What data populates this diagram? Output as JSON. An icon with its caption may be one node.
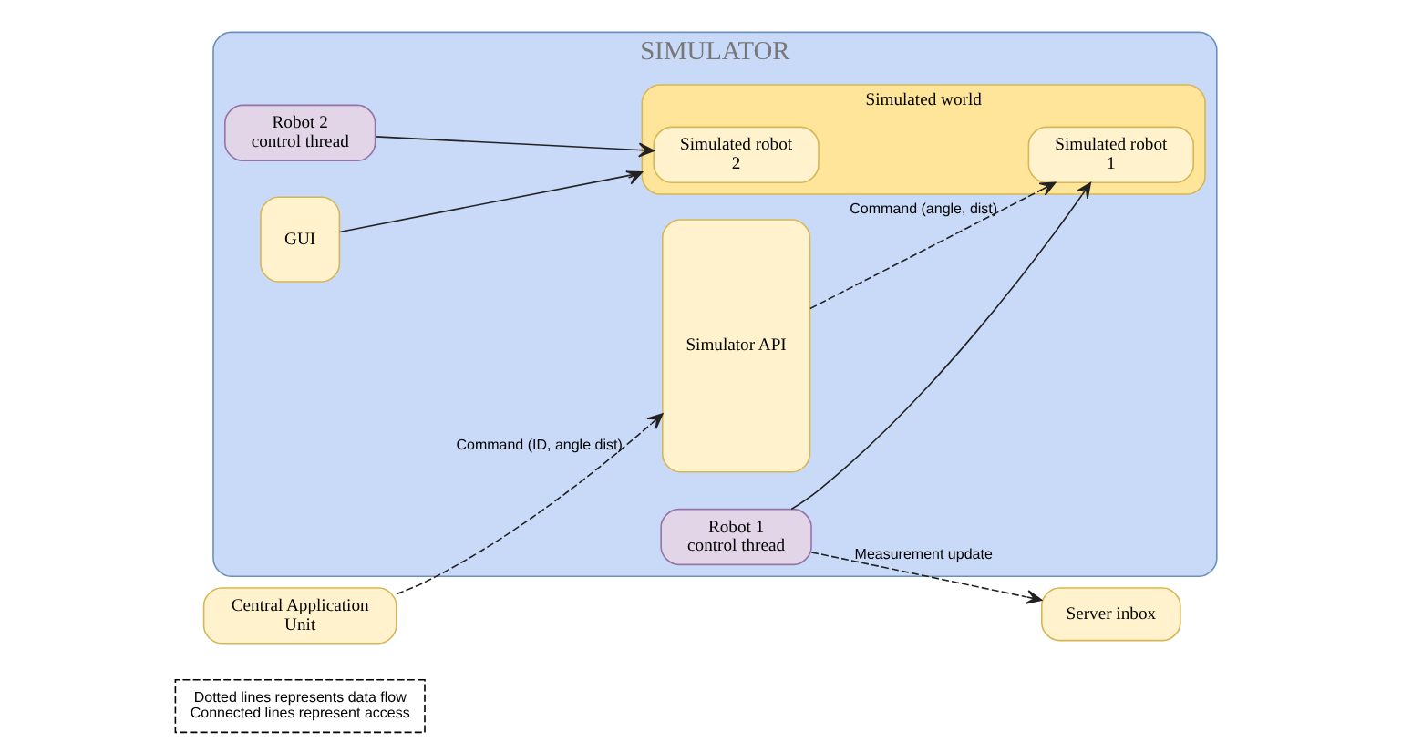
{
  "diagram": {
    "nodes": [
      {
        "text": [
          "Dotted lines represents data flow",
          "Connected lines represent access"
        ]
      },
      {
        "text": [
          "SIMULATOR"
        ]
      },
      {
        "text": [
          "Central Application Unit"
        ]
      },
      {
        "text": [
          "Server inbox"
        ]
      },
      {
        "text": [
          "Simulator API"
        ],
        "in": 1
      },
      {
        "text": [
          "Simulated world"
        ],
        "in": 1
      },
      {
        "text": [
          "Simulated robot 1"
        ],
        "in": 5
      },
      {
        "text": [
          "Simulated robot 2"
        ],
        "in": 5
      },
      {
        "text": [
          "Robot 1 control thread"
        ],
        "in": 1
      },
      {
        "text": [
          "Robot 2 control thread"
        ],
        "in": 1
      },
      {
        "text": [
          "GUI"
        ],
        "in": 1
      }
    ],
    "edges": [
      {
        "from": 2,
        "to": 4,
        "arrow": "to",
        "label": "Command (ID, angle dist)",
        "style": "dashed"
      },
      {
        "from": 4,
        "to": 6,
        "arrow": "to",
        "label": "Command (angle, dist)",
        "style": "dashed"
      },
      {
        "from": 8,
        "to": 3,
        "arrow": "to",
        "label": "Measurement update",
        "style": "dashed"
      },
      {
        "from": 8,
        "to": 6,
        "arrow": "to"
      },
      {
        "from": 9,
        "to": 7,
        "arrow": "to"
      },
      {
        "from": 10,
        "to": 5,
        "arrow": "to"
      }
    ]
  }
}
